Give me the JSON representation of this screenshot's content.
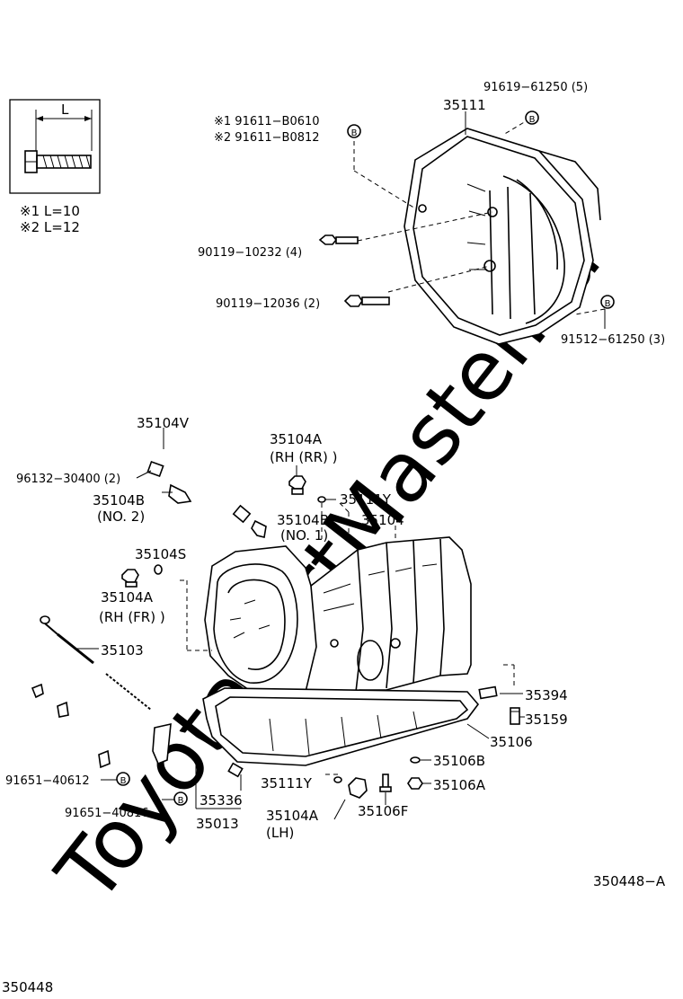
{
  "watermark": "ToyotaPartMaster.ru",
  "inset": {
    "dim_label": "L",
    "variants": [
      "※1  L=10",
      "※2  L=12"
    ]
  },
  "marker_letter": "B",
  "parts": {
    "p35111": "35111",
    "p91619": "91619−61250 (5)",
    "p91611a": "※1 91611−B0610",
    "p91611b": "※2  91611−B0812",
    "p90119a": "90119−10232 (4)",
    "p90119b": "90119−12036 (2)",
    "p91512": "91512−61250 (3)",
    "p35104V": "35104V",
    "p35104A_rr": "35104A",
    "p35104A_rr_note": "(RH (RR) )",
    "p96132": "96132−30400 (2)",
    "p35104B_2": "35104B",
    "p35104B_2_note": "(NO. 2)",
    "p35111Y_top": "35111Y",
    "p35104B_1": "35104B",
    "p35104B_1_note": "(NO. 1)",
    "p35104": "35104",
    "p35104S": "35104S",
    "p35104A_fr": "35104A",
    "p35104A_fr_note": "(RH (FR) )",
    "p35103": "35103",
    "p35394": "35394",
    "p35159": "35159",
    "p35106": "35106",
    "p35106B": "35106B",
    "p35106A": "35106A",
    "p91651a": "91651−40612",
    "p91651b": "91651−40816",
    "p35336": "35336",
    "p35013": "35013",
    "p35111Y_bot": "35111Y",
    "p35104A_lh": "35104A",
    "p35104A_lh_note": "(LH)",
    "p35106F": "35106F"
  },
  "diagram_code": "350448−A",
  "page_code": "350448"
}
